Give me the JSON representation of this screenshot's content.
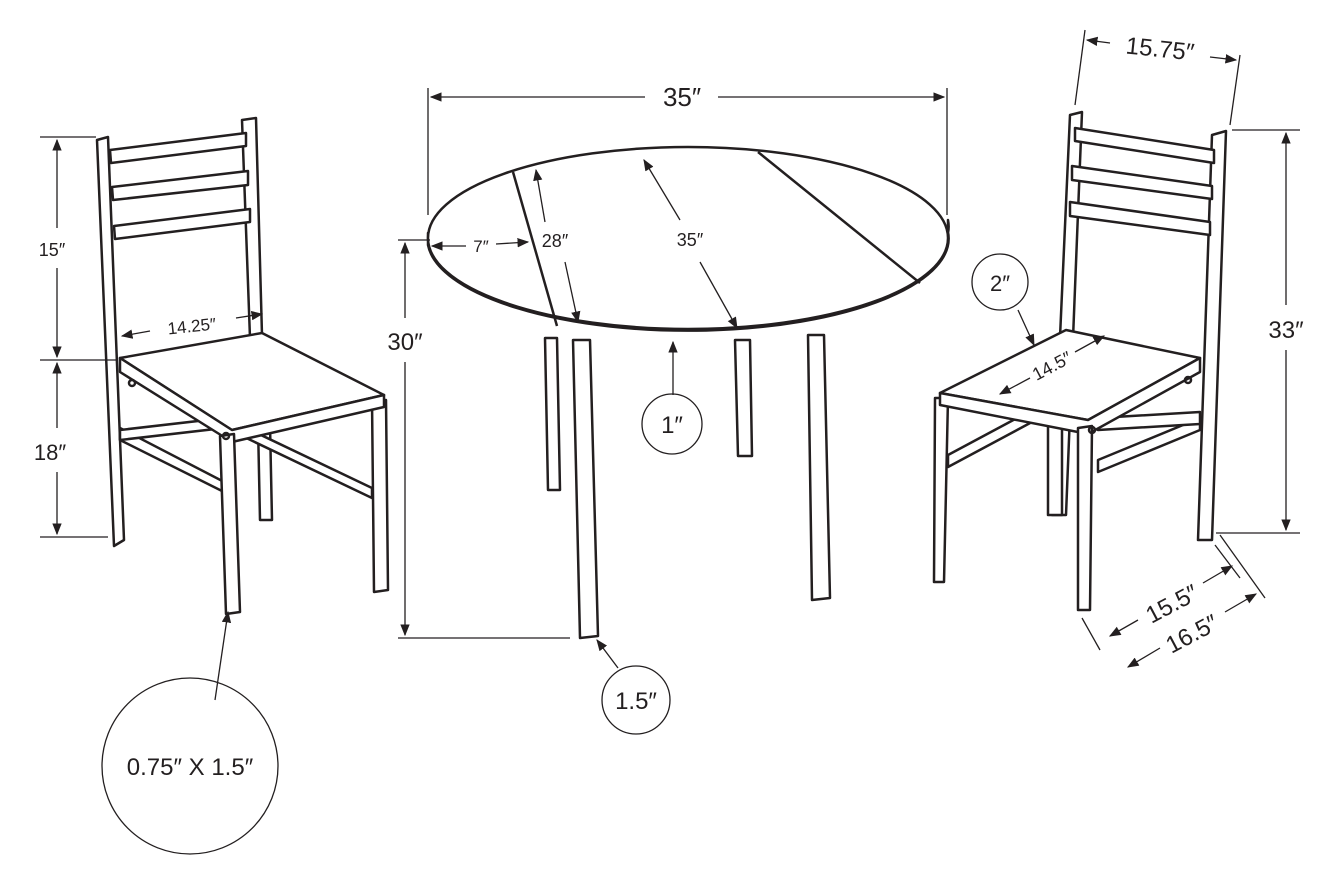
{
  "title": "Dining set dimensions",
  "colors": {
    "line": "#231f20",
    "background": "#ffffff"
  },
  "table": {
    "width": "35″",
    "leaf": "7″",
    "center_depth": "28″",
    "diameter": "35″",
    "height": "30″",
    "top_thickness": "1″",
    "leg": "1.5″"
  },
  "left_chair": {
    "back_height": "15″",
    "seat_width": "14.25″",
    "seat_height": "18″",
    "leg_size": "0.75″ X 1.5″"
  },
  "right_chair": {
    "back_width": "15.75″",
    "total_height": "33″",
    "seat_thickness": "2″",
    "seat_depth": "14.5″",
    "seat_depth_outer": "15.5″",
    "depth": "16.5″"
  }
}
